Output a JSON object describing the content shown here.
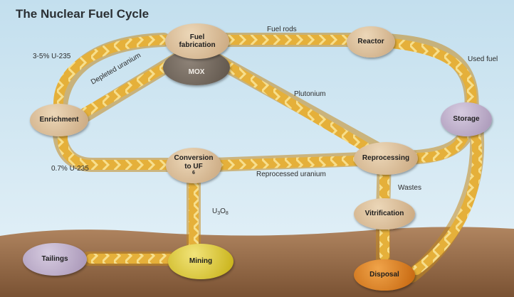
{
  "title": "The Nuclear Fuel Cycle",
  "colors": {
    "sky_top": "#c9e2ef",
    "sky_bottom": "#e4f1f7",
    "ground": "#9e7350",
    "arrow": "#e8b43c",
    "arrow_light": "#f6dc8a",
    "node_tan": "#d2b48f",
    "node_dark": "#6d6257",
    "node_purple": "#b3a3c0",
    "node_yellow": "#d9c51c",
    "node_orange": "#d8740c"
  },
  "nodes": {
    "fuel_fabrication": {
      "line1": "Fuel",
      "line2": "fabrication"
    },
    "mox": "MOX",
    "reactor": "Reactor",
    "storage": "Storage",
    "enrichment": "Enrichment",
    "conversion": {
      "line1": "Conversion",
      "line2": "to UF",
      "sub": "6"
    },
    "reprocessing": "Reprocessing",
    "vitrification": "Vitrification",
    "mining": "Mining",
    "tailings": "Tailings",
    "disposal": "Disposal"
  },
  "labels": {
    "fuel_rods": "Fuel rods",
    "used_fuel": "Used fuel",
    "u235_high": "3-5% U-235",
    "depleted_uranium": "Depleted uranium",
    "plutonium": "Plutonium",
    "u235_low": "0.7% U-235",
    "reprocessed_uranium": "Reprocessed uranium",
    "wastes": "Wastes",
    "u3o8": {
      "a": "U",
      "b": "3",
      "c": "O",
      "d": "8"
    }
  }
}
